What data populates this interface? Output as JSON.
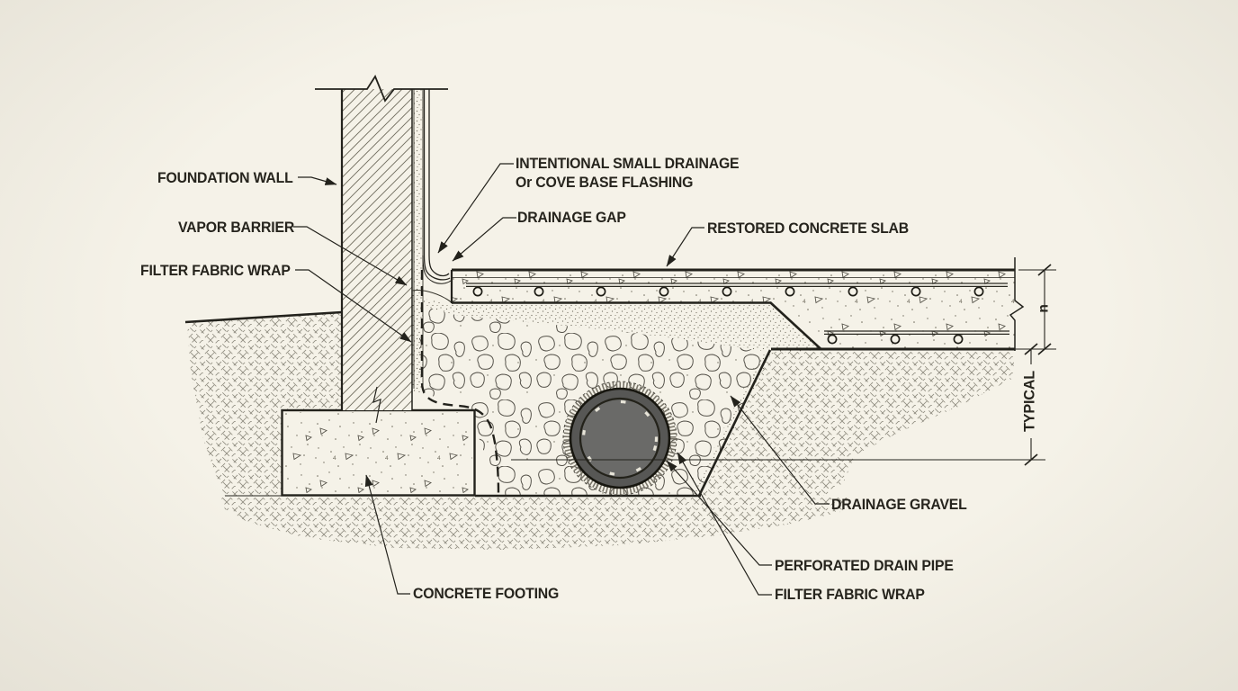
{
  "drawing": {
    "kind": "foundation-drainage-section-detail",
    "labels": {
      "foundation_wall": "FOUNDATION WALL",
      "vapor_barrier": "VAPOR BARRIER",
      "filter_fabric_wrap_upper": "FILTER FABRIC WRAP",
      "intentional_line1": "INTENTIONAL SMALL DRAINAGE",
      "intentional_line2": "Or COVE BASE FLASHING",
      "drainage_gap": "DRAINAGE GAP",
      "restored_concrete_slab": "RESTORED CONCRETE SLAB",
      "drainage_gravel": "DRAINAGE GRAVEL",
      "perforated_drain_pipe": "PERFORATED DRAIN PIPE",
      "filter_fabric_wrap_lower": "FILTER FABRIC WRAP",
      "concrete_footing": "CONCRETE FOOTING",
      "dim_typical": "TYPICAL",
      "dim_depth": "n"
    },
    "colors": {
      "paper": "#f5f2e8",
      "ink": "#23221c",
      "hatch_gray": "#8e8b7f",
      "pipe_wall": "#575755",
      "pipe_bore": "#6a6a68"
    }
  }
}
